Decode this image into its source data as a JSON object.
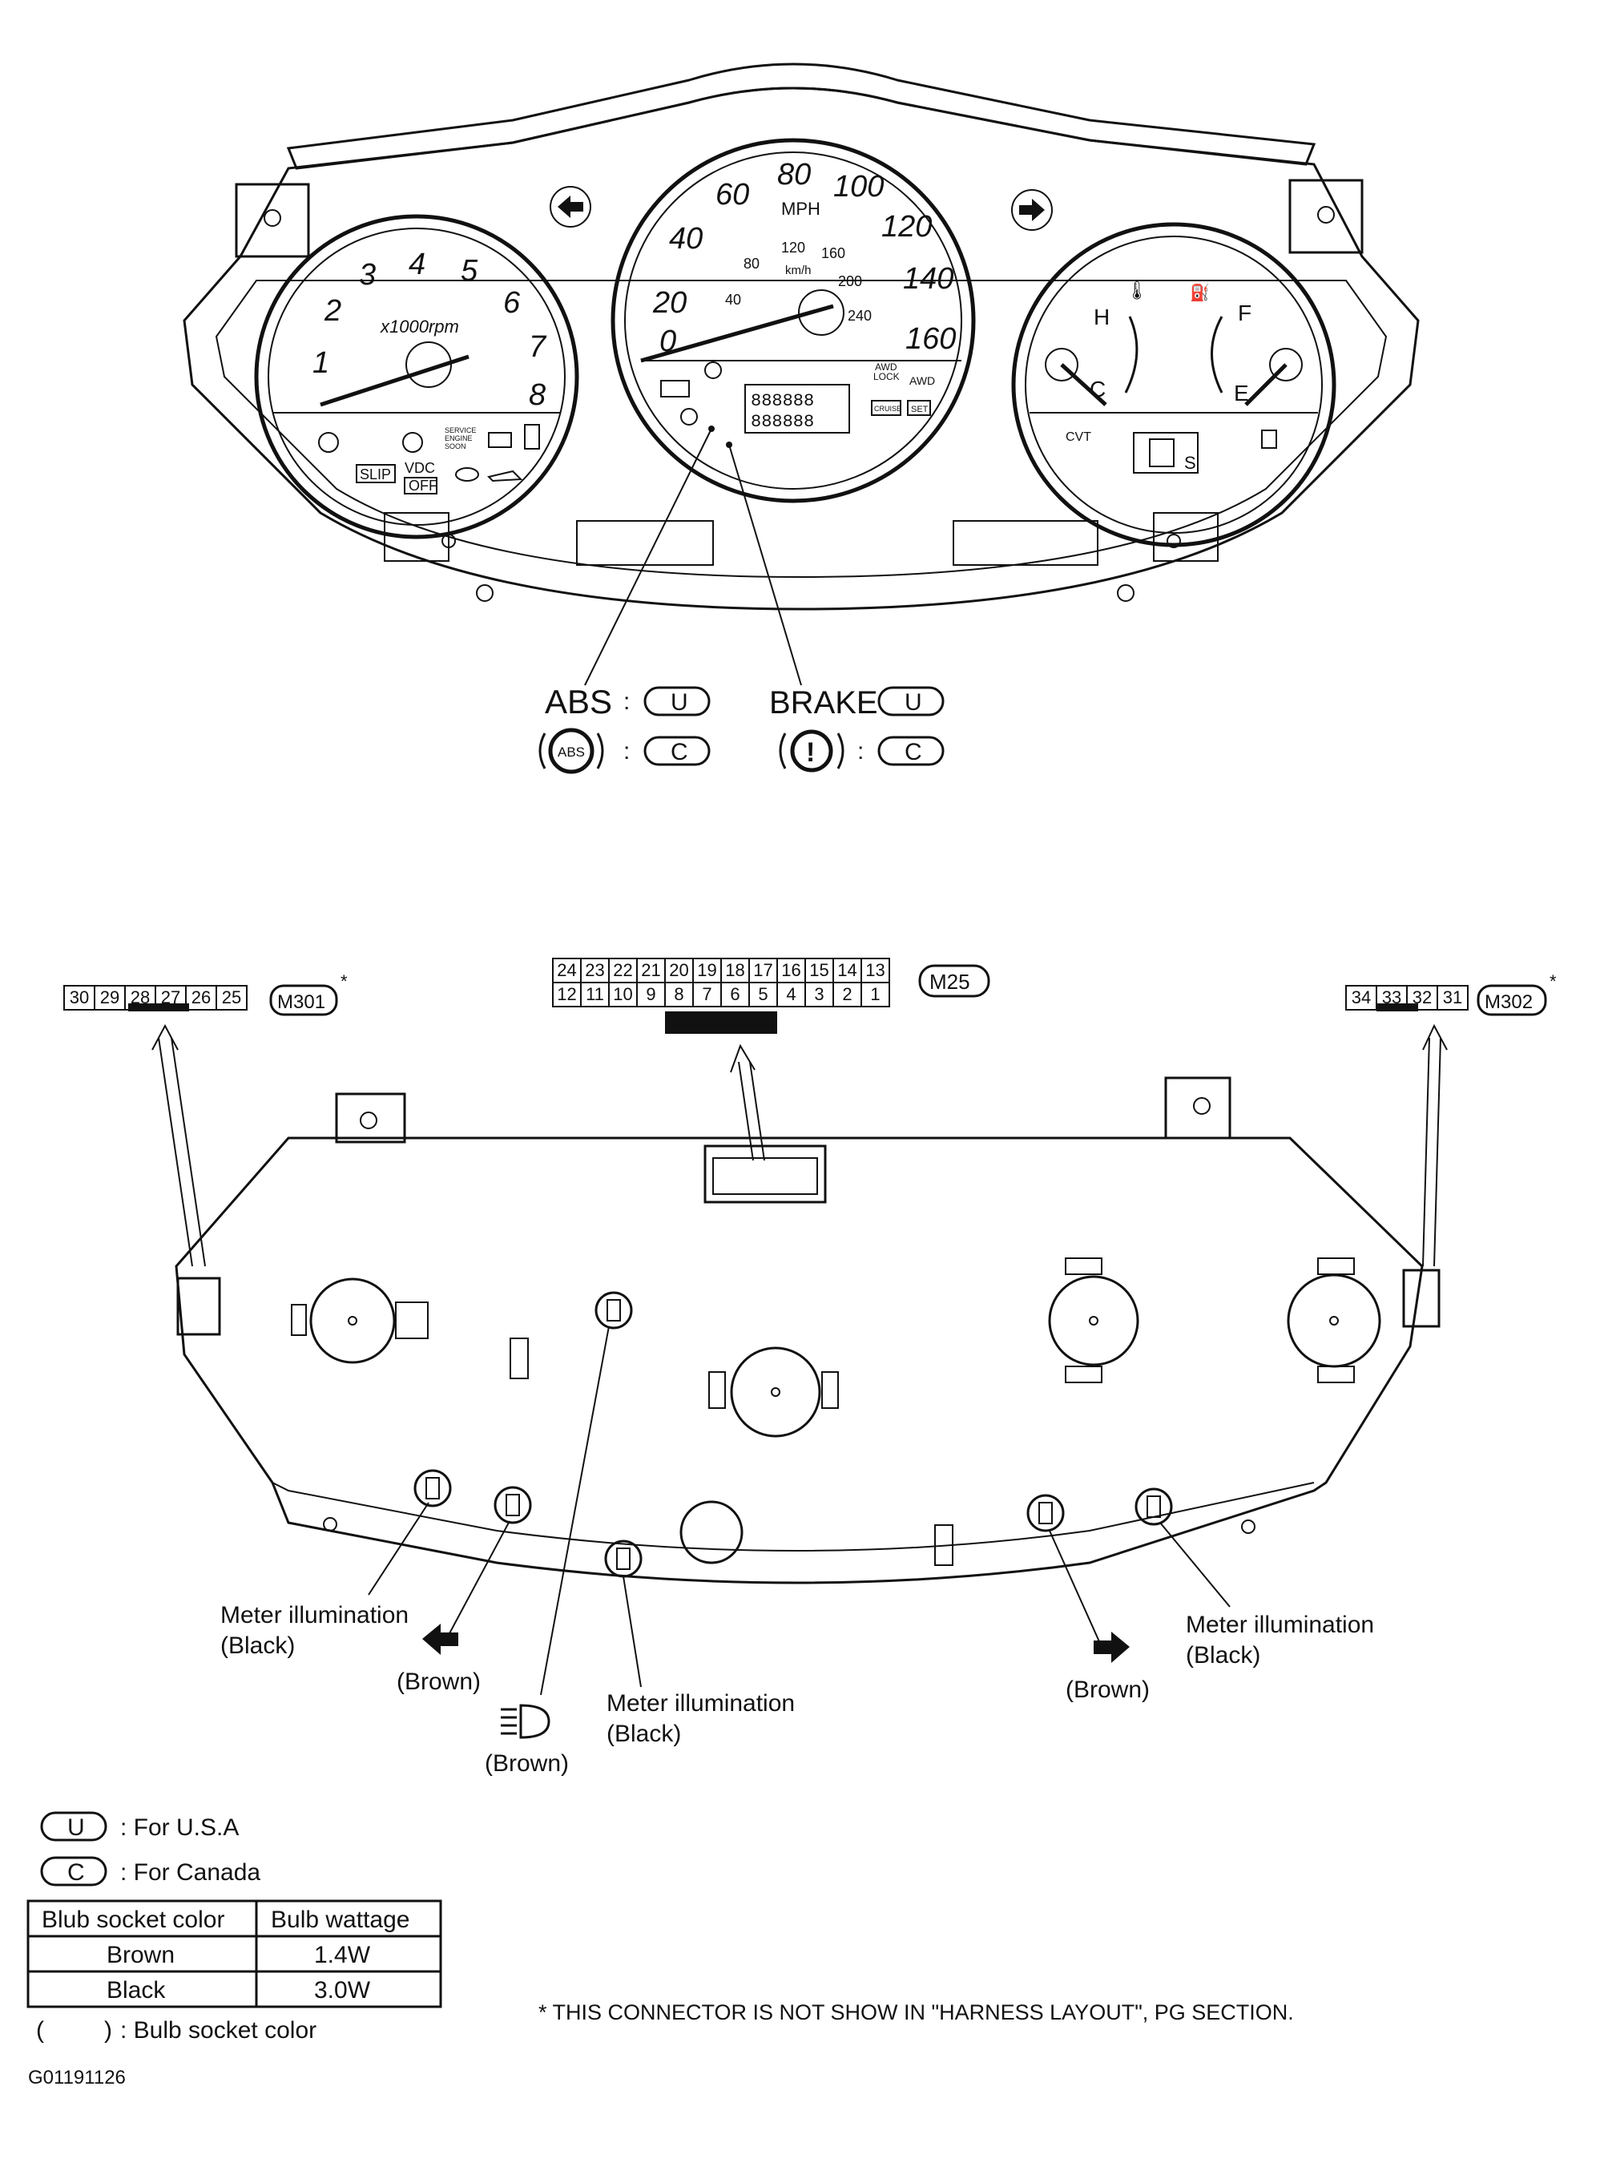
{
  "cluster": {
    "tach_numbers": [
      "1",
      "2",
      "3",
      "4",
      "5",
      "6",
      "7",
      "8"
    ],
    "tach_unit": "x1000rpm",
    "speed_mph_numbers": [
      "0",
      "20",
      "40",
      "60",
      "80",
      "100",
      "120",
      "140",
      "160"
    ],
    "speed_mph_unit": "MPH",
    "speed_kmh_numbers": [
      "40",
      "80",
      "120",
      "160",
      "200",
      "240"
    ],
    "speed_kmh_unit": "km/h",
    "temp_labels": {
      "hot": "H",
      "cold": "C"
    },
    "fuel_labels": {
      "full": "F",
      "empty": "E"
    },
    "indicators": {
      "slip": "SLIP",
      "vdc": "VDC",
      "off": "OFF",
      "service": "SERVICE",
      "engine": "ENGINE",
      "soon": "SOON",
      "awd_lock": "AWD",
      "lock": "LOCK",
      "awd": "AWD",
      "cruise": "CRUISE",
      "set": "SET",
      "cvt": "CVT",
      "s": "S",
      "odo_display": "888888"
    }
  },
  "warning_labels": {
    "abs_text": "ABS",
    "abs_symbol": "ABS",
    "brake_text": "BRAKE",
    "brake_symbol": "!",
    "colon": ":",
    "u_code": "U",
    "c_code": "C"
  },
  "connectors": {
    "m301": {
      "name": "M301",
      "asterisk": "*",
      "pins": [
        "30",
        "29",
        "28",
        "27",
        "26",
        "25"
      ]
    },
    "m25": {
      "name": "M25",
      "top_pins": [
        "24",
        "23",
        "22",
        "21",
        "20",
        "19",
        "18",
        "17",
        "16",
        "15",
        "14",
        "13"
      ],
      "bottom_pins": [
        "12",
        "11",
        "10",
        "9",
        "8",
        "7",
        "6",
        "5",
        "4",
        "3",
        "2",
        "1"
      ]
    },
    "m302": {
      "name": "M302",
      "asterisk": "*",
      "pins": [
        "34",
        "33",
        "32",
        "31"
      ]
    }
  },
  "callouts": {
    "meter_illum_left": {
      "line1": "Meter illumination",
      "line2": "(Black)"
    },
    "turn_left": {
      "line1": "(Brown)"
    },
    "headlamp": {
      "line1": "(Brown)"
    },
    "meter_illum_center": {
      "line1": "Meter illumination",
      "line2": "(Black)"
    },
    "turn_right": {
      "line1": "(Brown)"
    },
    "meter_illum_right": {
      "line1": "Meter illumination",
      "line2": "(Black)"
    }
  },
  "legend": {
    "u_code": "U",
    "u_text": ": For U.S.A",
    "c_code": "C",
    "c_text": ": For Canada",
    "socket_note": ": Bulb socket color"
  },
  "table": {
    "headers": [
      "Blub socket color",
      "Bulb wattage"
    ],
    "rows": [
      [
        "Brown",
        "1.4W"
      ],
      [
        "Black",
        "3.0W"
      ]
    ]
  },
  "footnote": "* THIS CONNECTOR IS NOT SHOW IN \"HARNESS LAYOUT\", PG SECTION.",
  "figure_id": "G01191126"
}
